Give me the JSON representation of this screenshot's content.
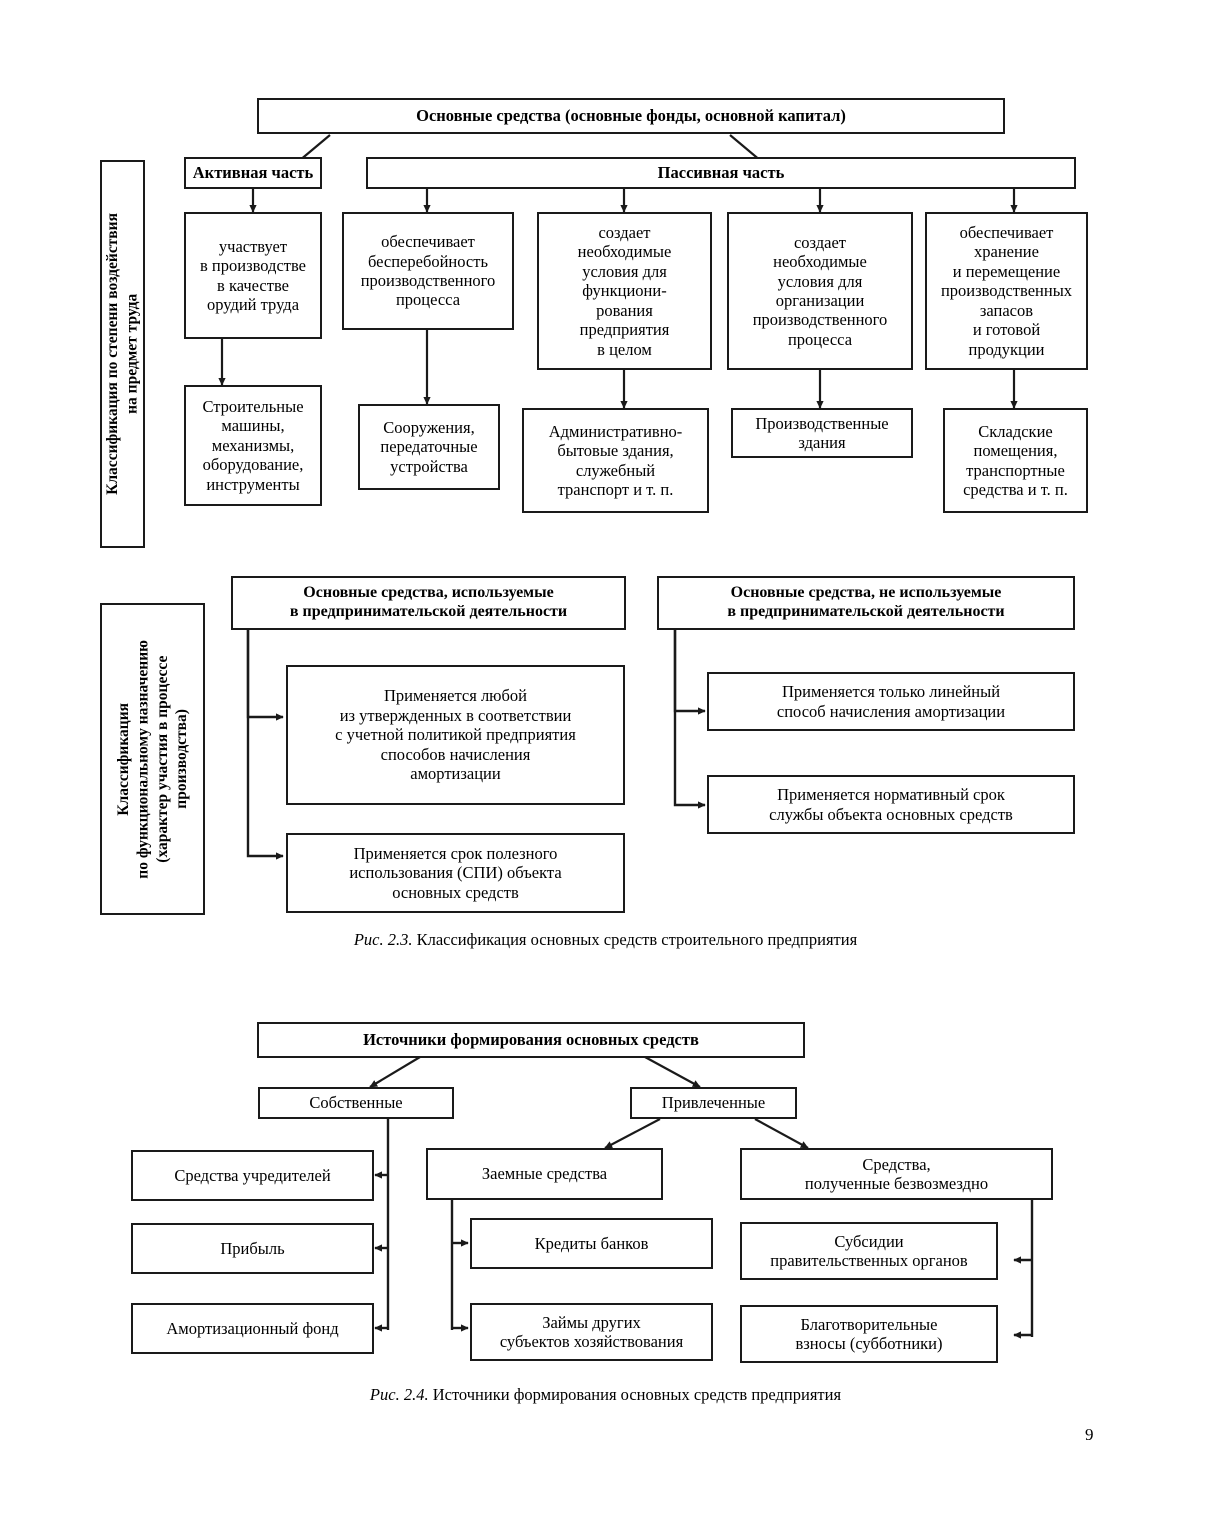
{
  "page": {
    "number": "9"
  },
  "figure1": {
    "caption_prefix": "Рис. 2.3.",
    "caption_text": " Классификация основных средств строительного предприятия",
    "side_label": "Классификация по степени воздействия\nна предмет труда",
    "root": "Основные средства (основные фонды, основной капитал)",
    "branch_active": "Активная часть",
    "branch_passive": "Пассивная часть",
    "functions": [
      "участвует\nв производстве\nв качестве\nорудий труда",
      "обеспечивает\nбесперебойность\nпроизводственного\nпроцесса",
      "создает\nнеобходимые\nусловия для\nфункциони-\nрования\nпредприятия\nв целом",
      "создает\nнеобходимые\nусловия для\nорганизации\nпроизводственного\nпроцесса",
      "обеспечивает\nхранение\nи перемещение\nпроизводственных\nзапасов\nи готовой\nпродукции"
    ],
    "assets": [
      "Строительные\nмашины,\nмеханизмы,\nоборудование,\nинструменты",
      "Сооружения,\nпередаточные\nустройства",
      "Административно-\nбытовые здания,\nслужебный\nтранспорт и т. п.",
      "Производственные\nздания",
      "Складские\nпомещения,\nтранспортные\nсредства и т. п."
    ]
  },
  "figure2": {
    "side_label": "Классификация\nпо функциональному назначению\n(характер участия в процессе\nпроизводства)",
    "left_header": "Основные средства, используемые\nв предпринимательской деятельности",
    "right_header": "Основные средства, не используемые\nв предпринимательской деятельности",
    "left_items": [
      "Применяется любой\nиз утвержденных в соответствии\nс учетной политикой предприятия\nспособов начисления\nамортизации",
      "Применяется срок полезного\nиспользования (СПИ) объекта\nосновных  средств"
    ],
    "right_items": [
      "Применяется только линейный\nспособ начисления амортизации",
      "Применяется нормативный срок\nслужбы объекта основных средств"
    ]
  },
  "figure3": {
    "caption_prefix": "Рис. 2.4.",
    "caption_text": " Источники формирования основных средств предприятия",
    "root": "Источники формирования основных средств",
    "branch_own": "Собственные",
    "branch_attracted": "Привлеченные",
    "own_items": [
      "Средства учредителей",
      "Прибыль",
      "Амортизационный фонд"
    ],
    "borrowed_title": "Заемные средства",
    "borrowed_items": [
      "Кредиты банков",
      "Займы других\nсубъектов хозяйствования"
    ],
    "gratuitous_title": "Средства,\nполученные безвозмездно",
    "gratuitous_items": [
      "Субсидии\nправительственных органов",
      "Благотворительные\nвзносы (субботники)"
    ]
  },
  "colors": {
    "ink": "#1a1a1a",
    "paper": "#ffffff"
  }
}
